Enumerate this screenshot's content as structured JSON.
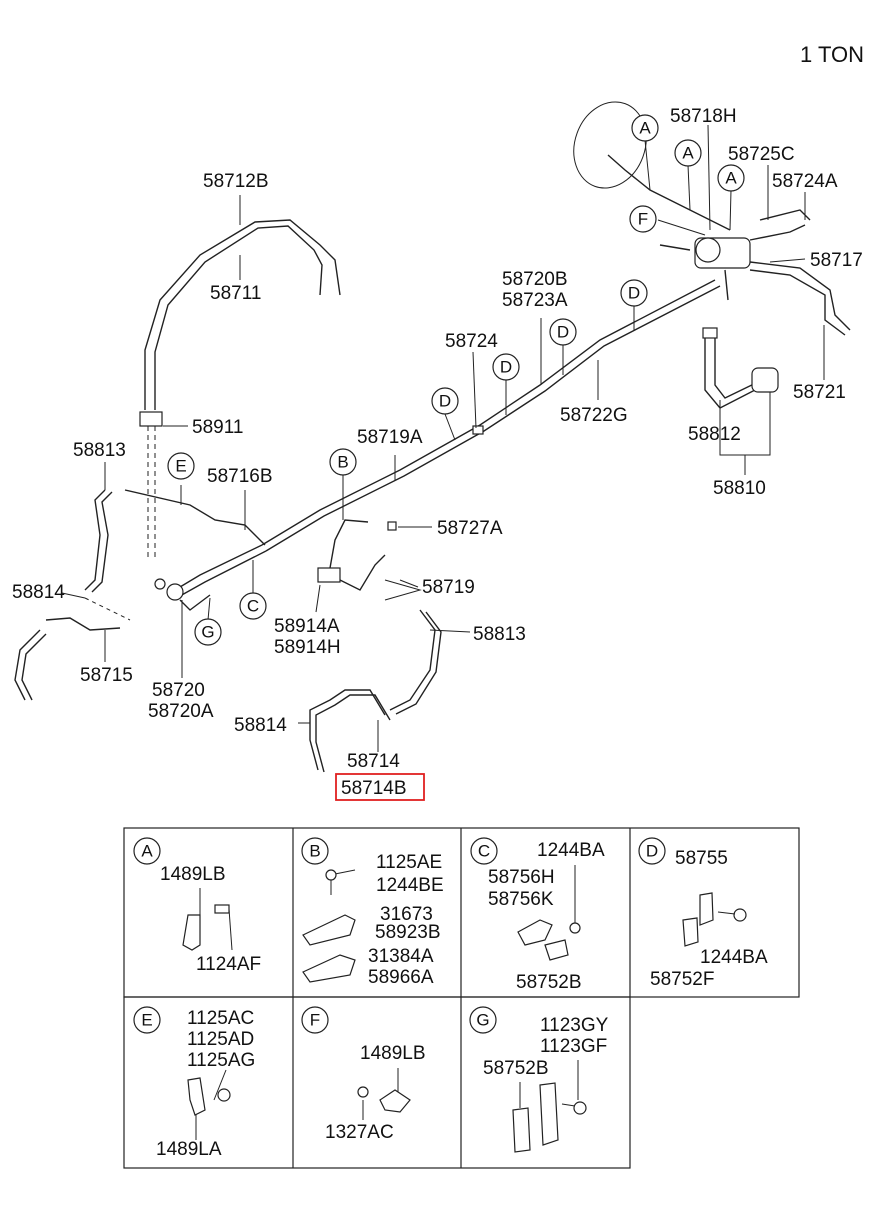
{
  "title": "1 TON",
  "callout_letters": {
    "a1": "A",
    "a2": "A",
    "a3": "A",
    "f": "F",
    "d1": "D",
    "d2": "D",
    "d3": "D",
    "d4": "D",
    "b": "B",
    "e": "E",
    "c": "C",
    "g": "G"
  },
  "part_labels": {
    "p58718H": "58718H",
    "p58725C": "58725C",
    "p58724A": "58724A",
    "p58717": "58717",
    "p58721": "58721",
    "p58712B": "58712B",
    "p58711": "58711",
    "p58720B": "58720B",
    "p58723A": "58723A",
    "p58724": "58724",
    "p58722G": "58722G",
    "p58911": "58911",
    "p58719A": "58719A",
    "p58813a": "58813",
    "p58716B": "58716B",
    "p58727A": "58727A",
    "p58812": "58812",
    "p58810": "58810",
    "p58814a": "58814",
    "p58719": "58719",
    "p58914A": "58914A",
    "p58914H": "58914H",
    "p58813b": "58813",
    "p58715": "58715",
    "p58720": "58720",
    "p58720A": "58720A",
    "p58814b": "58814",
    "p58714": "58714",
    "p58714B": "58714B"
  },
  "detail_cells": {
    "A": {
      "letter": "A",
      "labels": [
        "1489LB",
        "1124AF"
      ]
    },
    "B": {
      "letter": "B",
      "labels": [
        "1125AE",
        "1244BE",
        "31673",
        "58923B",
        "31384A",
        "58966A"
      ]
    },
    "C": {
      "letter": "C",
      "labels": [
        "1244BA",
        "58756H",
        "58756K",
        "58752B"
      ]
    },
    "D": {
      "letter": "D",
      "labels": [
        "58755",
        "1244BA",
        "58752F"
      ]
    },
    "E": {
      "letter": "E",
      "labels": [
        "1125AC",
        "1125AD",
        "1125AG",
        "1489LA"
      ]
    },
    "F": {
      "letter": "F",
      "labels": [
        "1489LB",
        "1327AC"
      ]
    },
    "G": {
      "letter": "G",
      "labels": [
        "1123GY",
        "1123GF",
        "58752B"
      ]
    }
  },
  "highlight": "58714B"
}
